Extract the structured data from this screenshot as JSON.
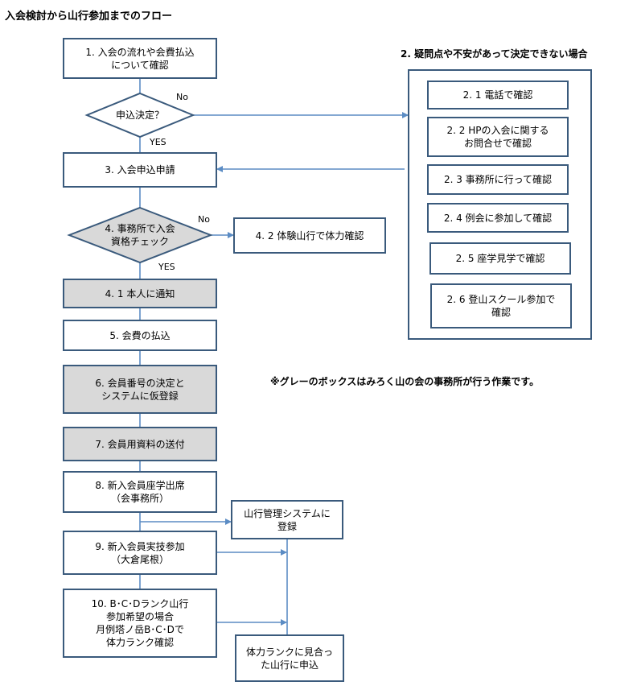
{
  "title": "入会検討から山行参加までのフロー",
  "branch_heading": "2. 疑問点や不安があって決定できない場合",
  "note": "※グレーのボックスはみろく山の会の事務所が行う作業です。",
  "steps": {
    "s1": "1. 入会の流れや会費払込\nについて確認",
    "decision1": "申込決定？",
    "s3": "3. 入会申込申請",
    "decision4": "4. 事務所で入会\n資格チェック",
    "s4_1": "4. 1 本人に通知",
    "s5": "5. 会費の払込",
    "s6": "6. 会員番号の決定と\nシステムに仮登録",
    "s7": "7. 会員用資料の送付",
    "s8": "8. 新入会員座学出席\n（会事務所）",
    "s9": "9. 新入会員実技参加\n（大倉尾根）",
    "s10": "10. B･C･Dランク山行\n参加希望の場合\n月例塔ノ岳B･C･Dで\n体力ランク確認",
    "s4_2": "4. 2 体験山行で体力確認",
    "sys": "山行管理システムに\n登録",
    "apply": "体力ランクに見合っ\nた山行に申込"
  },
  "branch_steps": [
    "2. 1 電話で確認",
    "2. 2 HPの入会に関する\nお問合せで確認",
    "2. 3 事務所に行って確認",
    "2. 4 例会に参加して確認",
    "2. 5 座学見学で確認",
    "2. 6 登山スクール参加で\n確認"
  ],
  "labels": {
    "no1": "No",
    "yes1": "YES",
    "no4": "No",
    "yes4": "YES"
  },
  "colors": {
    "border": "#3a5a7c",
    "connector": "#5b8cc4",
    "gray_box": "#d9d9d9"
  }
}
